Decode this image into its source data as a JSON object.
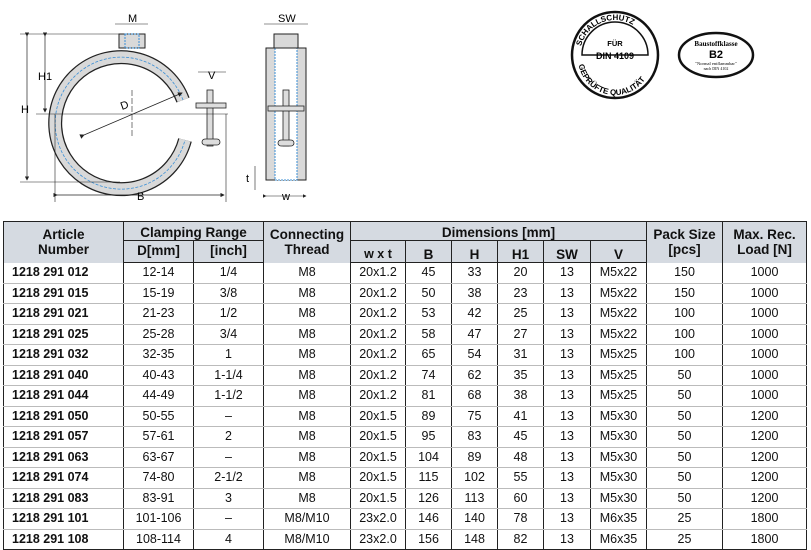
{
  "drawing": {
    "labels": {
      "M": "M",
      "H1": "H1",
      "H": "H",
      "D": "D",
      "V": "V",
      "B": "B",
      "SW": "SW",
      "t": "t",
      "w": "w"
    },
    "colors": {
      "band": "#d9d9d9",
      "liner": "#3a8fd6",
      "outline": "#222222"
    }
  },
  "seals": {
    "sound": {
      "top": "SCHALLSCHUTZ",
      "center1": "FÜR",
      "center2": "DIN 4109",
      "bottom": "GEPRÜFTE QUALITÄT"
    },
    "fire": {
      "line1": "Baustoffklasse",
      "line2": "B2",
      "line3": "\"Normal entflammbar\"",
      "line4": "nach DIN 4102"
    }
  },
  "table": {
    "headers": {
      "article1": "Article",
      "article2": "Number",
      "clamping": "Clamping Range",
      "d_mm": "D[mm]",
      "inch": "[inch]",
      "thread1": "Connecting",
      "thread2": "Thread",
      "dimensions": "Dimensions [mm]",
      "wxt": "w x t",
      "B": "B",
      "H": "H",
      "H1": "H1",
      "SW": "SW",
      "V": "V",
      "pack1": "Pack Size",
      "pack2": "[pcs]",
      "load1": "Max. Rec.",
      "load2": "Load [N]"
    },
    "header_color": "#d5dae1",
    "rows": [
      [
        "1218 291 012",
        "12-14",
        "1/4",
        "M8",
        "20x1.2",
        "45",
        "33",
        "20",
        "13",
        "M5x22",
        "150",
        "1000"
      ],
      [
        "1218 291 015",
        "15-19",
        "3/8",
        "M8",
        "20x1.2",
        "50",
        "38",
        "23",
        "13",
        "M5x22",
        "150",
        "1000"
      ],
      [
        "1218 291 021",
        "21-23",
        "1/2",
        "M8",
        "20x1.2",
        "53",
        "42",
        "25",
        "13",
        "M5x22",
        "100",
        "1000"
      ],
      [
        "1218 291 025",
        "25-28",
        "3/4",
        "M8",
        "20x1.2",
        "58",
        "47",
        "27",
        "13",
        "M5x22",
        "100",
        "1000"
      ],
      [
        "1218 291 032",
        "32-35",
        "1",
        "M8",
        "20x1.2",
        "65",
        "54",
        "31",
        "13",
        "M5x25",
        "100",
        "1000"
      ],
      [
        "1218 291 040",
        "40-43",
        "1-1/4",
        "M8",
        "20x1.2",
        "74",
        "62",
        "35",
        "13",
        "M5x25",
        "50",
        "1000"
      ],
      [
        "1218 291 044",
        "44-49",
        "1-1/2",
        "M8",
        "20x1.2",
        "81",
        "68",
        "38",
        "13",
        "M5x25",
        "50",
        "1000"
      ],
      [
        "1218 291 050",
        "50-55",
        "–",
        "M8",
        "20x1.5",
        "89",
        "75",
        "41",
        "13",
        "M5x30",
        "50",
        "1200"
      ],
      [
        "1218 291 057",
        "57-61",
        "2",
        "M8",
        "20x1.5",
        "95",
        "83",
        "45",
        "13",
        "M5x30",
        "50",
        "1200"
      ],
      [
        "1218 291 063",
        "63-67",
        "–",
        "M8",
        "20x1.5",
        "104",
        "89",
        "48",
        "13",
        "M5x30",
        "50",
        "1200"
      ],
      [
        "1218 291 074",
        "74-80",
        "2-1/2",
        "M8",
        "20x1.5",
        "115",
        "102",
        "55",
        "13",
        "M5x30",
        "50",
        "1200"
      ],
      [
        "1218 291 083",
        "83-91",
        "3",
        "M8",
        "20x1.5",
        "126",
        "113",
        "60",
        "13",
        "M5x30",
        "50",
        "1200"
      ],
      [
        "1218 291 101",
        "101-106",
        "–",
        "M8/M10",
        "23x2.0",
        "146",
        "140",
        "78",
        "13",
        "M6x35",
        "25",
        "1800"
      ],
      [
        "1218 291 108",
        "108-114",
        "4",
        "M8/M10",
        "23x2.0",
        "156",
        "148",
        "82",
        "13",
        "M6x35",
        "25",
        "1800"
      ]
    ]
  }
}
